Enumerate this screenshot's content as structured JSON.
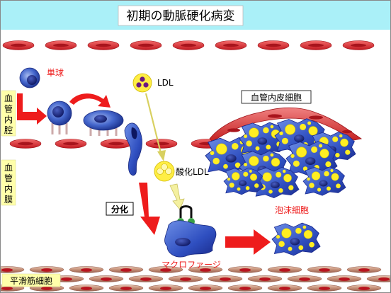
{
  "title": "初期の動脈硬化病変",
  "labels": {
    "lumen": [
      "血",
      "管",
      "内",
      "腔"
    ],
    "intima": [
      "血",
      "管",
      "内",
      "膜"
    ],
    "monocyte": "単球",
    "ldl": "LDL",
    "endothelium": "血管内皮細胞",
    "oxidized_ldl": "酸化LDL",
    "differentiation": "分化",
    "foam_cells": "泡沫細胞",
    "macrophage": "マクロファージ",
    "smooth_muscle": "平滑筋細胞"
  },
  "colors": {
    "title_band": "#aaf0f8",
    "rbc": "#e0282e",
    "rbc_core": "#aa1a22",
    "cell_blue": "#1a3ab8",
    "cell_light": "#4a70d8",
    "nucleus": "#14207a",
    "lipid": "#ffee22",
    "arrow_red": "#ee1c1c",
    "arrow_yellow": "#f4f0a0",
    "ldl_purple": "#6a1880",
    "label_bg": "#ffffaa",
    "smooth_muscle": "#b47a6a",
    "green": "#3aa046"
  }
}
